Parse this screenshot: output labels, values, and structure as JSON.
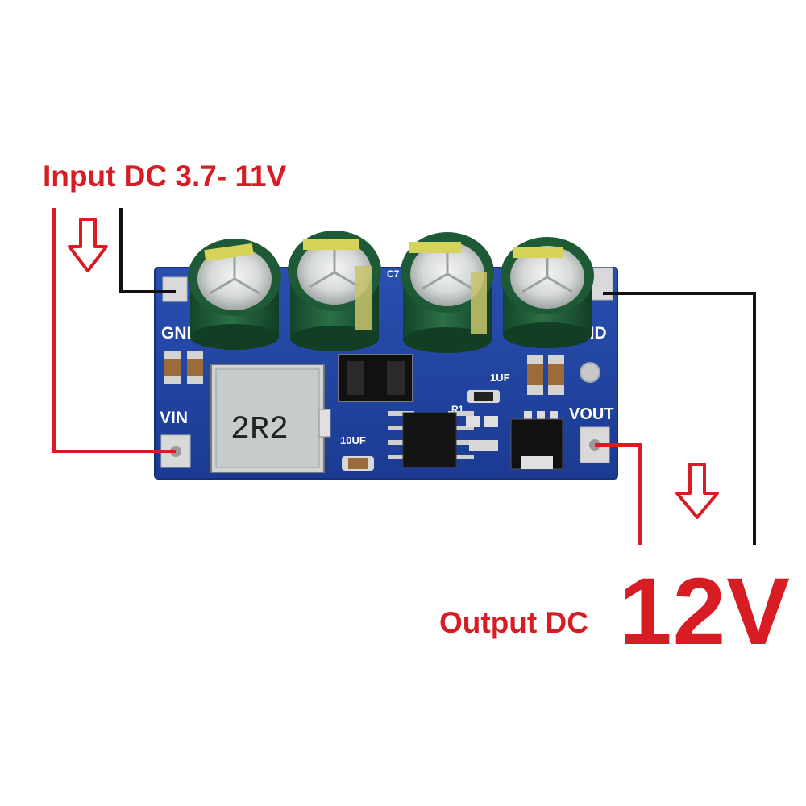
{
  "input_label": "Input DC 3.7- 11V",
  "output_label": "Output DC",
  "output_voltage": "12V",
  "board": {
    "pin_gnd_left": "GND",
    "pin_vin": "VIN",
    "pin_gnd_right": "GND",
    "pin_vout": "VOUT",
    "inductor_marking": "2R2",
    "cap_label_left": "10UF",
    "cap_label_right": "1UF",
    "res_label": "R1",
    "cap_ref": "C7"
  },
  "colors": {
    "accent_red": "#d81c24",
    "wire_black": "#111111",
    "pcb_blue": "#1e3f9a",
    "capacitor_green": "#1f5a36"
  }
}
